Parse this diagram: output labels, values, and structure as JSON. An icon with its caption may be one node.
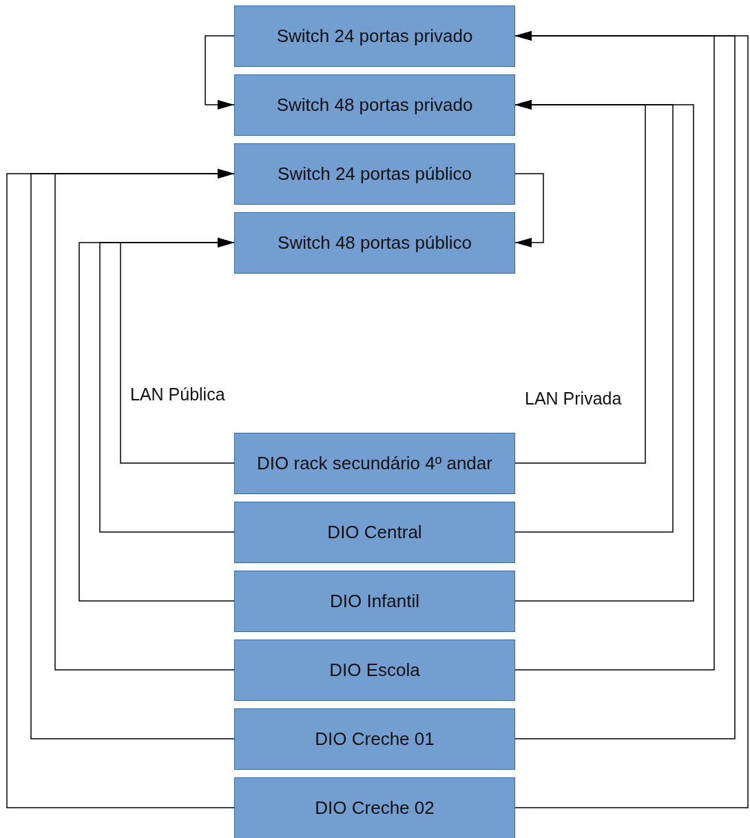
{
  "diagram": {
    "nodes": [
      {
        "text": [
          "Switch 24 portas privado"
        ]
      },
      {
        "text": [
          "Switch 48 portas privado"
        ]
      },
      {
        "text": [
          "Switch 24 portas público"
        ]
      },
      {
        "text": [
          "Switch 48 portas público"
        ]
      },
      {
        "text": [
          "DIO rack secundário 4º andar"
        ]
      },
      {
        "text": [
          "DIO Central"
        ]
      },
      {
        "text": [
          "DIO Infantil"
        ]
      },
      {
        "text": [
          "DIO Escola"
        ]
      },
      {
        "text": [
          "DIO Creche 01"
        ]
      },
      {
        "text": [
          "DIO Creche 02"
        ]
      }
    ],
    "edges": [
      {
        "from": 0,
        "to": 1,
        "arrow": "to"
      },
      {
        "from": 2,
        "to": 3,
        "arrow": "to"
      },
      {
        "from": 4,
        "to": 3,
        "arrow": "to"
      },
      {
        "from": 4,
        "to": 1,
        "arrow": "to"
      },
      {
        "from": 5,
        "to": 3,
        "arrow": "to"
      },
      {
        "from": 5,
        "to": 1,
        "arrow": "to"
      },
      {
        "from": 6,
        "to": 3,
        "arrow": "to"
      },
      {
        "from": 6,
        "to": 1,
        "arrow": "to"
      },
      {
        "from": 7,
        "to": 2,
        "arrow": "to"
      },
      {
        "from": 7,
        "to": 0,
        "arrow": "to"
      },
      {
        "from": 8,
        "to": 2,
        "arrow": "to"
      },
      {
        "from": 8,
        "to": 0,
        "arrow": "to"
      },
      {
        "from": 9,
        "to": 2,
        "arrow": "to"
      },
      {
        "from": 9,
        "to": 0,
        "arrow": "to"
      }
    ],
    "labels": [
      "LAN Pública",
      "LAN Privada"
    ]
  }
}
